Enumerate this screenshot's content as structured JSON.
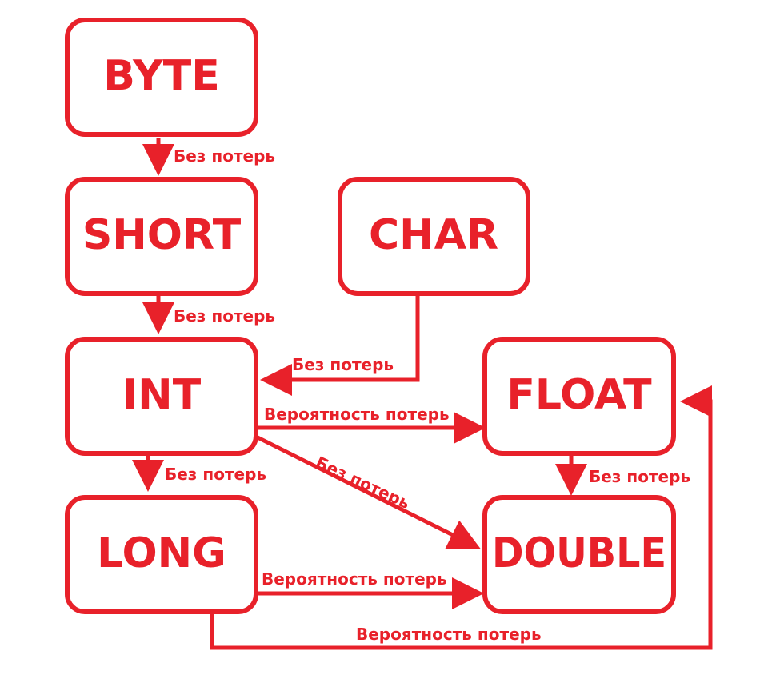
{
  "colors": {
    "accent": "#e8212a",
    "background": "#ffffff"
  },
  "nodes": {
    "byte": "BYTE",
    "short": "SHORT",
    "char": "CHAR",
    "int": "INT",
    "float": "FLOAT",
    "long": "LONG",
    "double": "DOUBLE"
  },
  "edges": {
    "byte_short": "Без потерь",
    "short_int": "Без потерь",
    "char_int": "Без потерь",
    "int_float": "Вероятность потерь",
    "int_long": "Без потерь",
    "int_double": "Без потерь",
    "float_double": "Без потерь",
    "long_double": "Вероятность потерь",
    "long_float": "Вероятность потерь"
  }
}
